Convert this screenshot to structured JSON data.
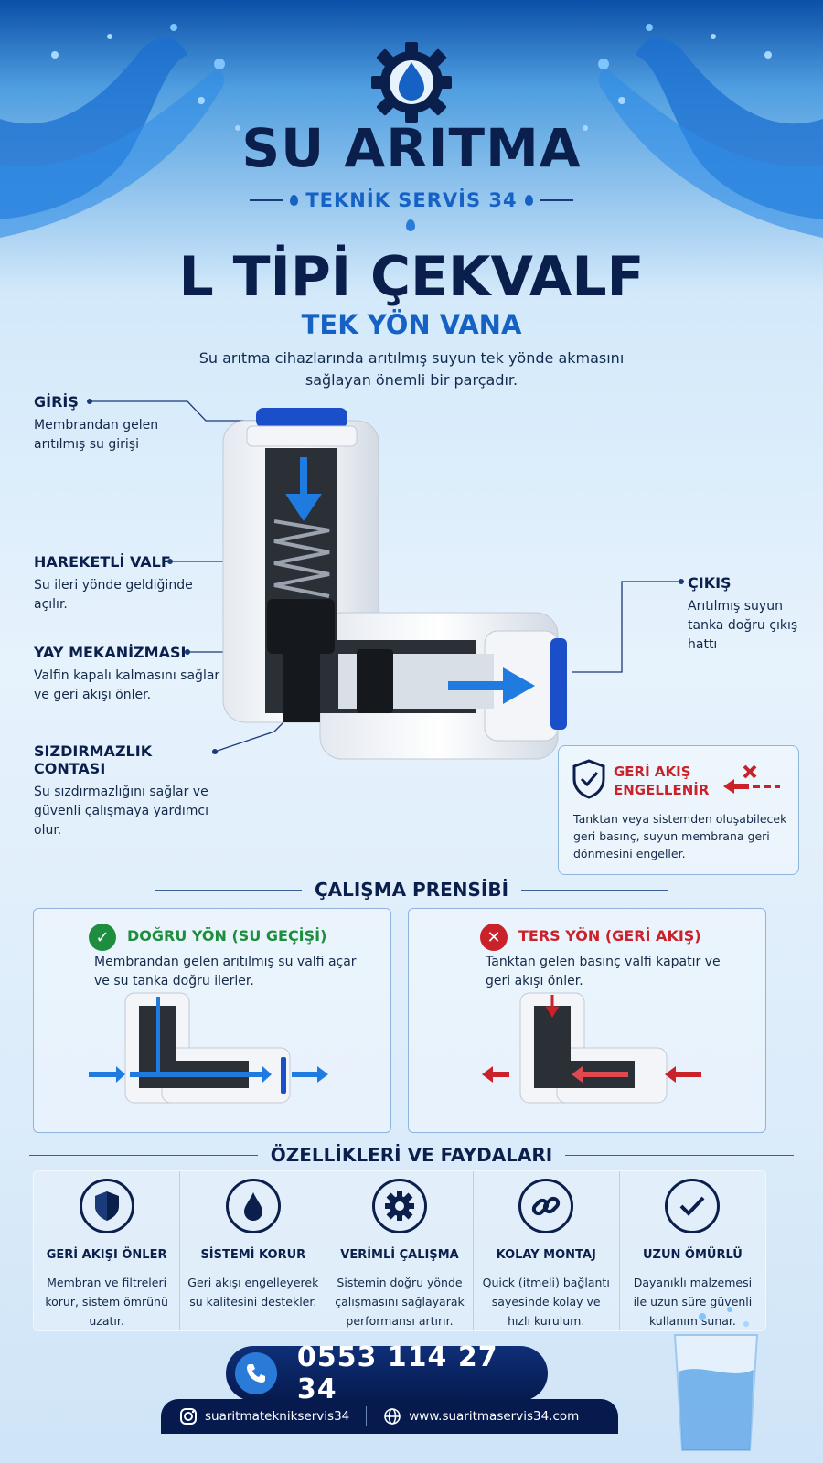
{
  "brand": {
    "title": "SU ARITMA",
    "subtitle": "TEKNİK SERVİS 34"
  },
  "product": {
    "title": "L TİPİ ÇEKVALF",
    "subtitle": "TEK YÖN VANA",
    "description": "Su arıtma cihazlarında arıtılmış suyun tek yönde akmasını sağlayan önemli bir parçadır."
  },
  "callouts": {
    "giris": {
      "title": "GİRİŞ",
      "text": "Membrandan gelen arıtılmış su girişi"
    },
    "valf": {
      "title": "HAREKETLİ VALF",
      "text": "Su ileri yönde geldiğinde açılır."
    },
    "yay": {
      "title": "YAY MEKANİZMASI",
      "text": "Valfin kapalı kalmasını sağlar ve geri akışı önler."
    },
    "conta": {
      "title": "SIZDIRMAZLIK CONTASI",
      "text": "Su sızdırmazlığını sağlar ve güvenli çalışmaya yardımcı olur."
    },
    "cikis": {
      "title": "ÇIKIŞ",
      "text": "Arıtılmış suyun tanka doğru çıkış hattı"
    }
  },
  "backflow": {
    "title": "GERİ AKIŞ ENGELLENİR",
    "text": "Tanktan veya sistemden oluşabilecek geri basınç, suyun membrana geri dönmesini engeller."
  },
  "principle": {
    "heading": "ÇALIŞMA PRENSİBİ",
    "correct": {
      "title": "DOĞRU YÖN (SU GEÇİŞİ)",
      "text": "Membrandan gelen arıtılmış su valfi açar ve su tanka doğru ilerler."
    },
    "wrong": {
      "title": "TERS YÖN (GERİ AKIŞ)",
      "text": "Tanktan gelen basınç valfi kapatır ve geri akışı önler."
    }
  },
  "features": {
    "heading": "ÖZELLİKLERİ VE FAYDALARI",
    "items": [
      {
        "icon": "shield-icon",
        "title": "GERİ AKIŞI ÖNLER",
        "text": "Membran ve filtreleri korur, sistem ömrünü uzatır."
      },
      {
        "icon": "water-drop-icon",
        "title": "SİSTEMİ KORUR",
        "text": "Geri akışı engelleyerek su kalitesini destekler."
      },
      {
        "icon": "gear-icon",
        "title": "VERİMLİ ÇALIŞMA",
        "text": "Sistemin doğru yönde çalışmasını sağlayarak performansı artırır."
      },
      {
        "icon": "link-icon",
        "title": "KOLAY MONTAJ",
        "text": "Quick (itmeli) bağlantı sayesinde kolay ve hızlı kurulum."
      },
      {
        "icon": "checkmark-icon",
        "title": "UZUN ÖMÜRLÜ",
        "text": "Dayanıklı malzemesi ile uzun süre güvenli kullanım sunar."
      }
    ]
  },
  "contact": {
    "phone": "0553 114 27 34",
    "instagram": "suaritmateknikservis34",
    "website": "www.suaritmaservis34.com"
  },
  "colors": {
    "navy": "#0b1f4d",
    "accent_blue": "#1662c4",
    "danger_red": "#c9222a",
    "success_green": "#1e8e3e"
  }
}
